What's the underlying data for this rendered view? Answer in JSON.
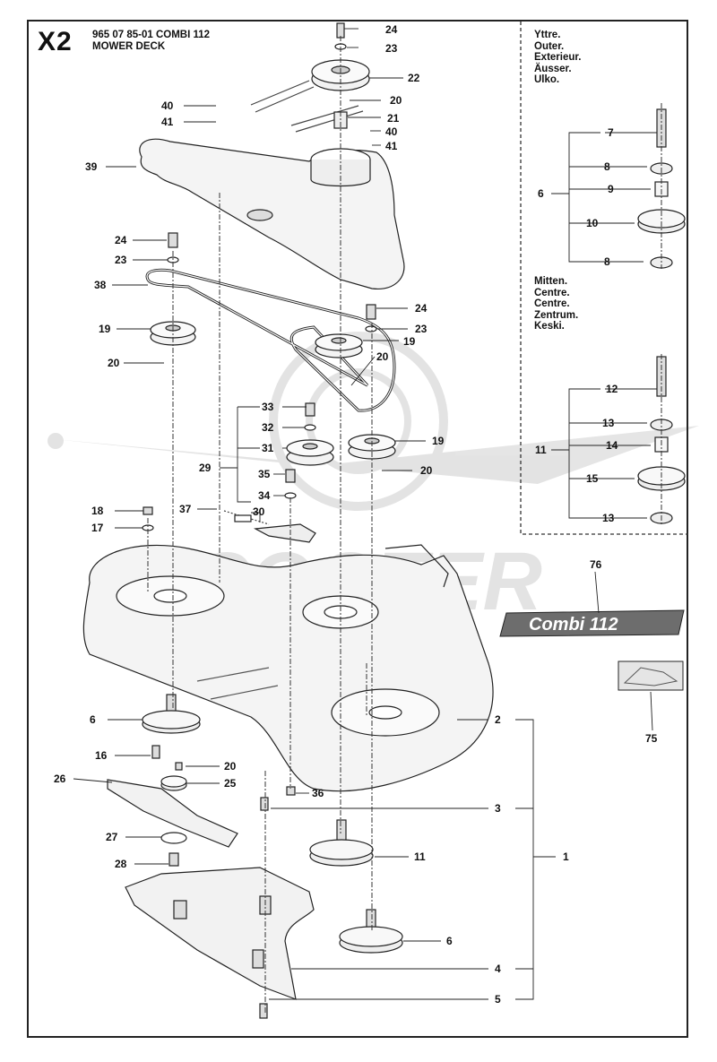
{
  "header": {
    "code": "X2",
    "part_number_line": "965 07 85-01 COMBI 112",
    "subtitle": "MOWER DECK"
  },
  "outer_languages": [
    "Yttre.",
    "Outer.",
    "Exterieur.",
    "Äusser.",
    "Ulko."
  ],
  "centre_languages": [
    "Mitten.",
    "Centre.",
    "Centre.",
    "Zentrum.",
    "Keski."
  ],
  "badge_text": "Combi 112",
  "watermark_text": "SCOOTER",
  "callouts": [
    "1",
    "2",
    "3",
    "4",
    "5",
    "6",
    "7",
    "8",
    "9",
    "10",
    "11",
    "12",
    "13",
    "14",
    "15",
    "16",
    "17",
    "18",
    "19",
    "20",
    "21",
    "22",
    "23",
    "24",
    "25",
    "26",
    "27",
    "28",
    "29",
    "30",
    "31",
    "32",
    "33",
    "34",
    "35",
    "36",
    "37",
    "38",
    "39",
    "40",
    "41",
    "75",
    "76"
  ]
}
